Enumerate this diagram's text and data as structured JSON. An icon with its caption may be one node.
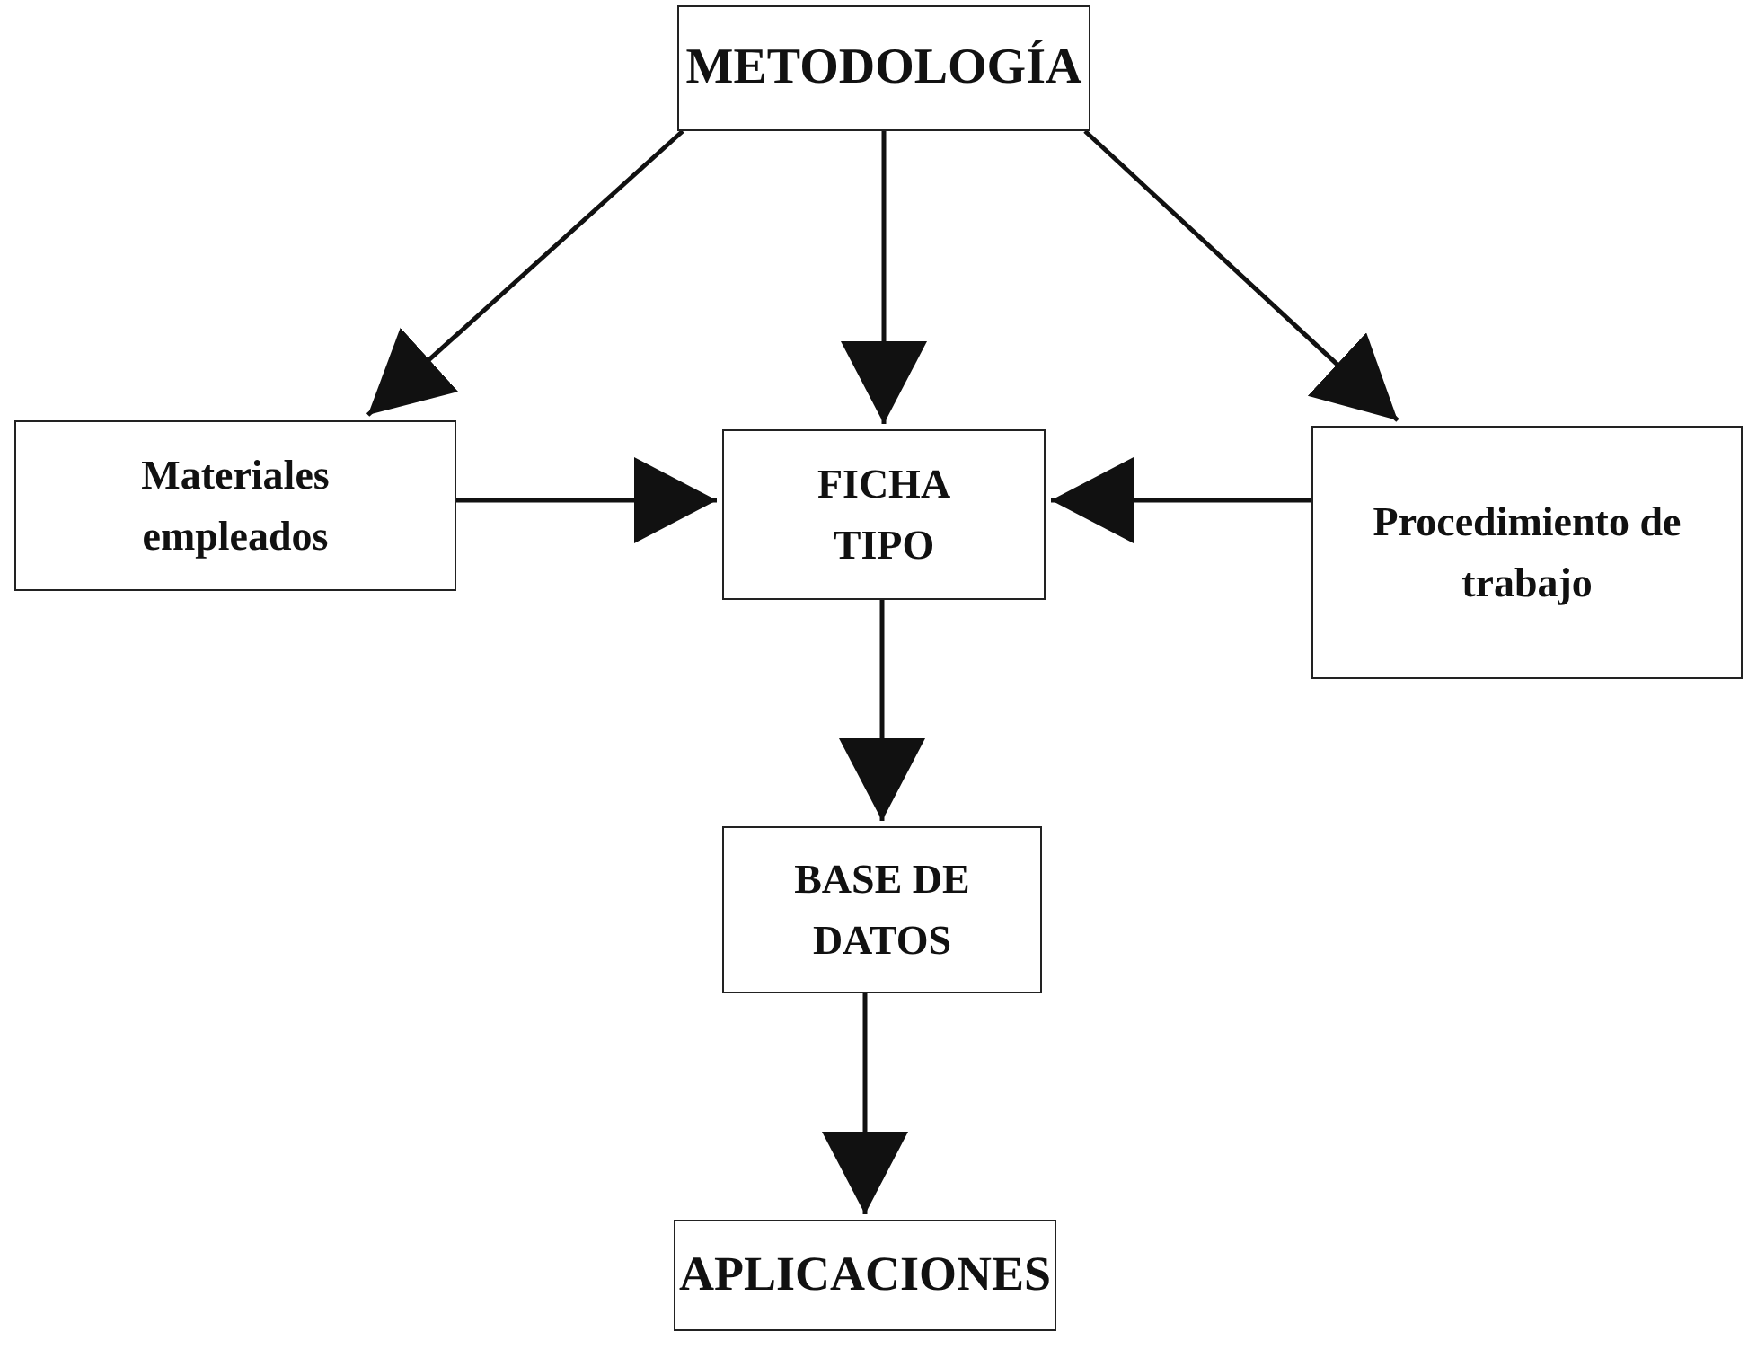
{
  "diagram": {
    "nodes": [
      {
        "text": [
          "METODOLOGÍA"
        ]
      },
      {
        "text": [
          "Materiales empleados"
        ]
      },
      {
        "text": [
          "FICHA TIPO"
        ]
      },
      {
        "text": [
          "Procedimiento de trabajo"
        ]
      },
      {
        "text": [
          "BASE DE DATOS"
        ]
      },
      {
        "text": [
          "APLICACIONES"
        ]
      }
    ],
    "edges": [
      {
        "from": 0,
        "to": 1,
        "arrow": "to"
      },
      {
        "from": 0,
        "to": 2,
        "arrow": "to"
      },
      {
        "from": 0,
        "to": 3,
        "arrow": "to"
      },
      {
        "from": 1,
        "to": 2,
        "arrow": "to"
      },
      {
        "from": 3,
        "to": 2,
        "arrow": "to"
      },
      {
        "from": 2,
        "to": 4,
        "arrow": "to"
      },
      {
        "from": 4,
        "to": 5,
        "arrow": "to"
      }
    ]
  }
}
